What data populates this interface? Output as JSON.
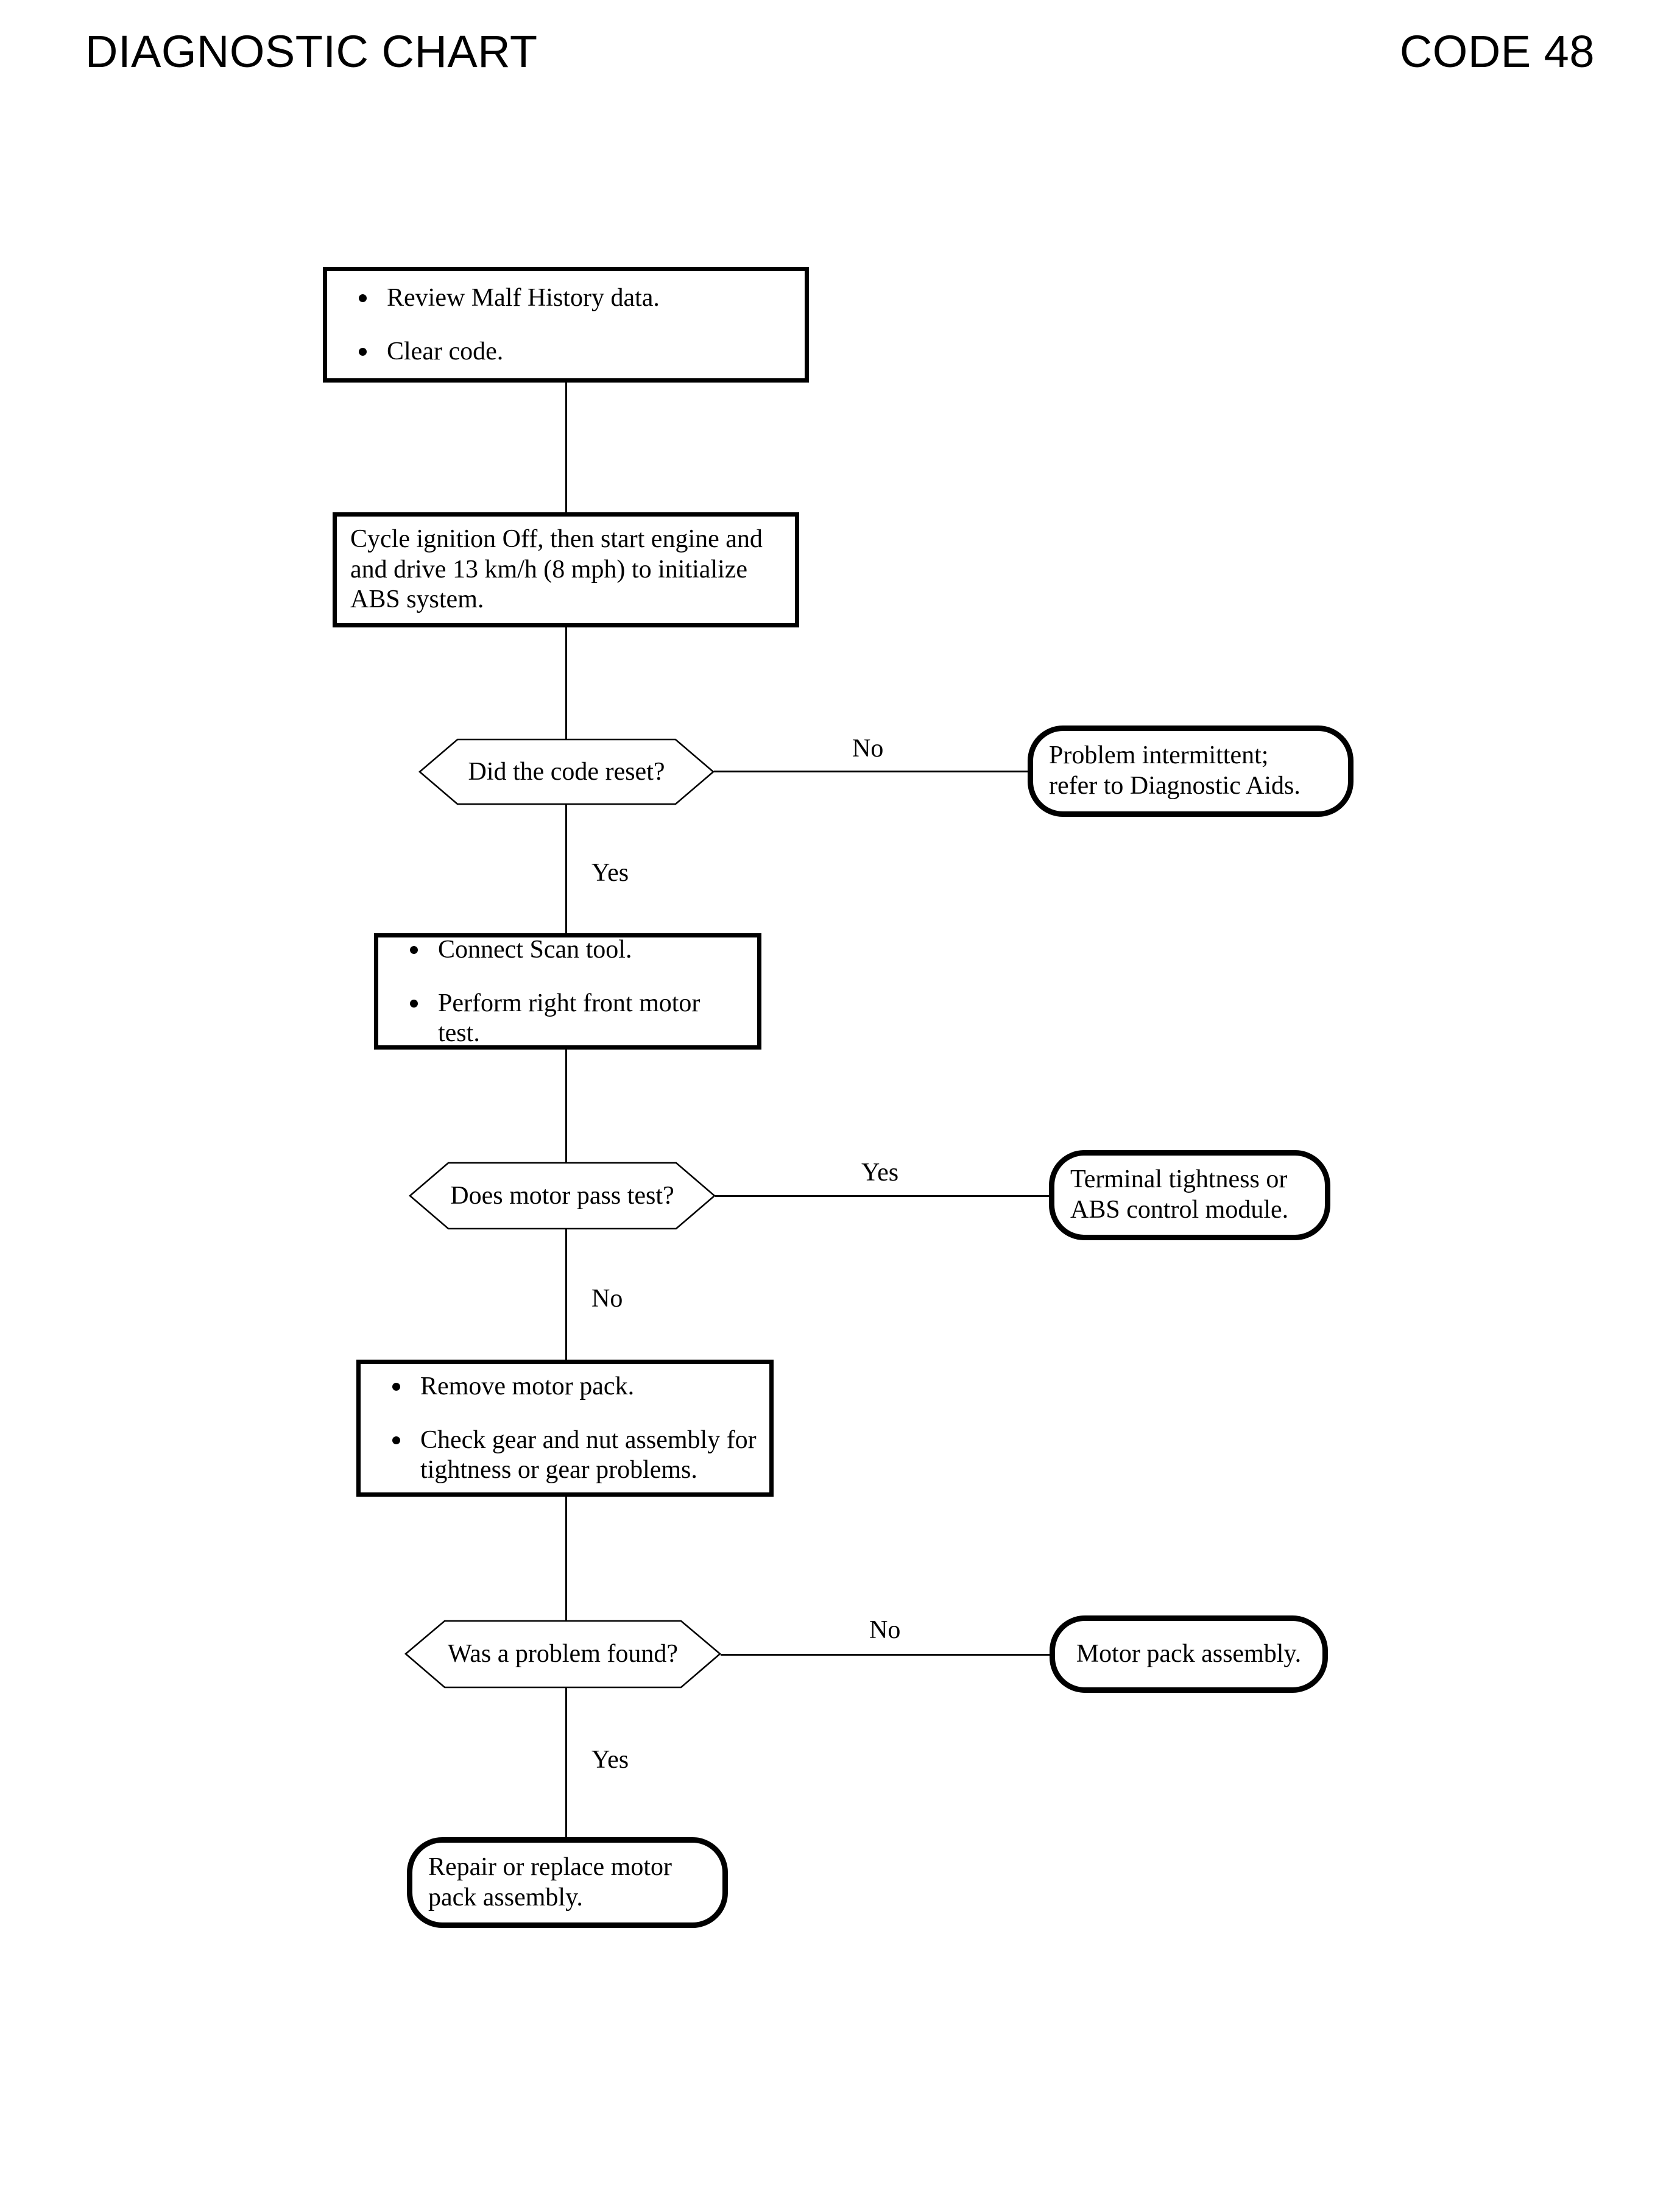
{
  "header": {
    "title": "DIAGNOSTIC CHART",
    "code": "CODE 48"
  },
  "chart_data": {
    "type": "diagram",
    "diagram_kind": "flowchart",
    "title": "DIAGNOSTIC CHART",
    "code": "CODE 48",
    "orientation": "top-to-bottom with right-side branch exits",
    "nodes": [
      {
        "id": "n1",
        "shape": "process",
        "bullets": [
          "Review Malf History data.",
          "Clear code."
        ]
      },
      {
        "id": "n2",
        "shape": "process",
        "text": "Cycle ignition Off, then start engine and and drive 13 km/h (8 mph) to initialize ABS system."
      },
      {
        "id": "d1",
        "shape": "decision",
        "text": "Did the code reset?"
      },
      {
        "id": "t1",
        "shape": "terminal",
        "text": "Problem intermittent; refer to Diagnostic Aids."
      },
      {
        "id": "n3",
        "shape": "process",
        "bullets": [
          "Connect Scan tool.",
          "Perform right front motor test."
        ]
      },
      {
        "id": "d2",
        "shape": "decision",
        "text": "Does motor pass test?"
      },
      {
        "id": "t2",
        "shape": "terminal",
        "text": "Terminal tightness or ABS control module."
      },
      {
        "id": "n4",
        "shape": "process",
        "bullets": [
          "Remove motor pack.",
          "Check gear and nut assembly for tightness or gear problems."
        ]
      },
      {
        "id": "d3",
        "shape": "decision",
        "text": "Was a problem found?"
      },
      {
        "id": "t3",
        "shape": "terminal",
        "text": "Motor pack assembly."
      },
      {
        "id": "t4",
        "shape": "terminal",
        "text": "Repair or replace motor pack assembly."
      }
    ],
    "edges": [
      {
        "from": "n1",
        "to": "n2",
        "label": ""
      },
      {
        "from": "n2",
        "to": "d1",
        "label": ""
      },
      {
        "from": "d1",
        "to": "t1",
        "label": "No"
      },
      {
        "from": "d1",
        "to": "n3",
        "label": "Yes"
      },
      {
        "from": "n3",
        "to": "d2",
        "label": ""
      },
      {
        "from": "d2",
        "to": "t2",
        "label": "Yes"
      },
      {
        "from": "d2",
        "to": "n4",
        "label": "No"
      },
      {
        "from": "n4",
        "to": "d3",
        "label": ""
      },
      {
        "from": "d3",
        "to": "t3",
        "label": "No"
      },
      {
        "from": "d3",
        "to": "t4",
        "label": "Yes"
      }
    ]
  },
  "nodes": {
    "box1": {
      "bullet1": "Review Malf History data.",
      "bullet2": "Clear code."
    },
    "box2": {
      "line1": "Cycle ignition Off, then start engine and",
      "line2": "and drive 13 km/h (8 mph) to initialize",
      "line3": "ABS system."
    },
    "decision1": {
      "text": "Did the code reset?"
    },
    "terminal1": {
      "line1": "Problem intermittent;",
      "line2": "refer to Diagnostic Aids."
    },
    "box3": {
      "bullet1": "Connect Scan tool.",
      "bullet2": "Perform right front motor test."
    },
    "decision2": {
      "text": "Does motor pass test?"
    },
    "terminal2": {
      "line1": "Terminal tightness or",
      "line2": "ABS control module."
    },
    "box4": {
      "bullet1": "Remove motor pack.",
      "bullet2a": "Check gear and nut assembly for",
      "bullet2b": "tightness or gear problems."
    },
    "decision3": {
      "text": "Was a problem found?"
    },
    "terminal3": {
      "text": "Motor pack assembly."
    },
    "terminal4": {
      "line1": "Repair or replace motor",
      "line2": "pack assembly."
    }
  },
  "branch_labels": {
    "d1_no": "No",
    "d1_yes": "Yes",
    "d2_yes": "Yes",
    "d2_no": "No",
    "d3_no": "No",
    "d3_yes": "Yes"
  },
  "colors": {
    "ink": "#000000",
    "paper": "#ffffff"
  }
}
